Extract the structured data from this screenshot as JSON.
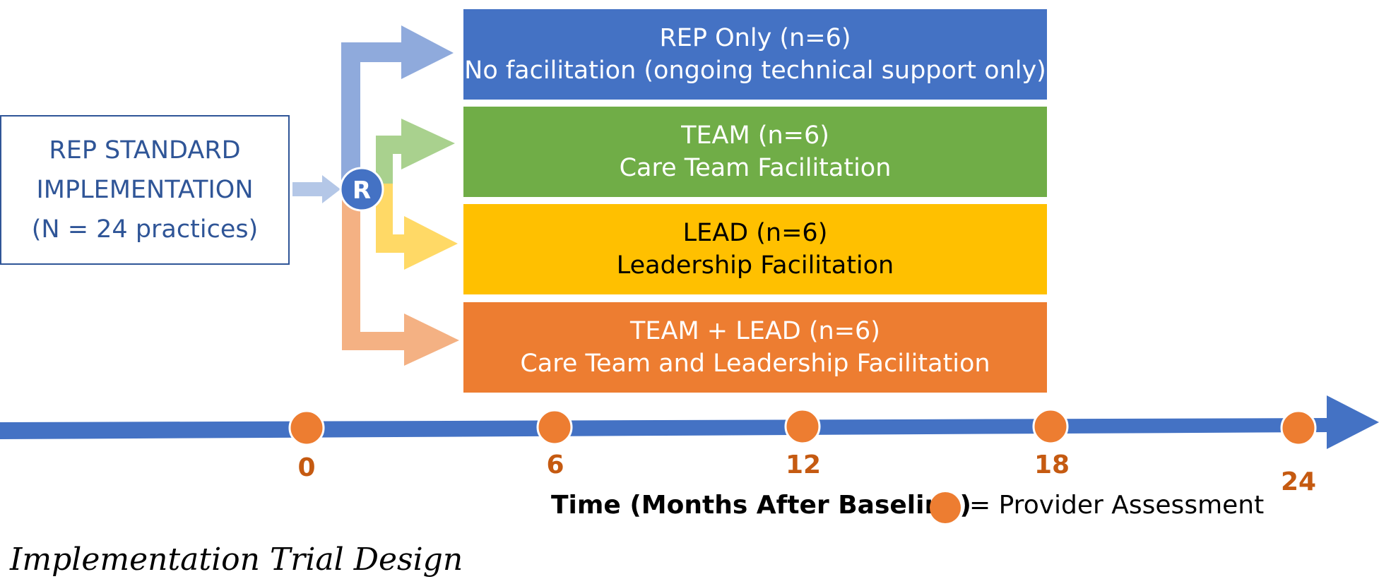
{
  "start": {
    "line1": "REP STANDARD",
    "line2": "IMPLEMENTATION",
    "line3": "(N = 24 practices)"
  },
  "randomize_label": "R",
  "arms": [
    {
      "title": "REP Only (n=6)",
      "subtitle": "No facilitation (ongoing technical support only)",
      "color": "#4472c4",
      "arrow_color": "#8faadc",
      "text_color": "#ffffff"
    },
    {
      "title": "TEAM (n=6)",
      "subtitle": "Care Team Facilitation",
      "color": "#70ad47",
      "arrow_color": "#a9d18e",
      "text_color": "#ffffff"
    },
    {
      "title": "LEAD (n=6)",
      "subtitle": "Leadership Facilitation",
      "color": "#ffc000",
      "arrow_color": "#ffd966",
      "text_color": "#000000"
    },
    {
      "title": "TEAM + LEAD (n=6)",
      "subtitle": "Care Team and Leadership Facilitation",
      "color": "#ed7d31",
      "arrow_color": "#f4b183",
      "text_color": "#ffffff"
    }
  ],
  "timeline": {
    "ticks": [
      "0",
      "6",
      "12",
      "18",
      "24"
    ],
    "axis_title": "Time (Months After Baseline)",
    "legend": "= Provider Assessment",
    "colors": {
      "axis": "#4472c4",
      "marker": "#ed7d31",
      "label": "#c55a11"
    }
  },
  "caption": "Implementation Trial Design"
}
